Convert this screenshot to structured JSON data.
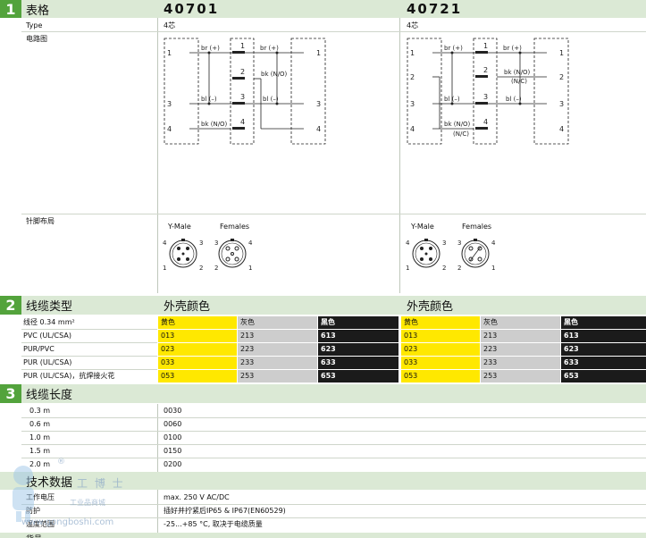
{
  "section1": {
    "number": "1",
    "label": "表格",
    "products": [
      "40701",
      "40721"
    ],
    "type_label": "Type",
    "type_values": [
      "4芯",
      "4芯"
    ],
    "circuit_label": "电路图",
    "pinout_label": "针脚布局",
    "pin_headers": [
      "Y-Male",
      "Females"
    ]
  },
  "circuit_a": {
    "left_pins": [
      "1",
      "3",
      "4"
    ],
    "mid_pins": [
      "1",
      "2",
      "3",
      "4"
    ],
    "right_pins": [
      "1",
      "3",
      "4"
    ],
    "wires": [
      "br (+)",
      "br (+)",
      "bk (N/O)",
      "bl (–)",
      "bl (–)",
      "bk (N/O)"
    ]
  },
  "circuit_b": {
    "left_pins": [
      "1",
      "2",
      "3",
      "4"
    ],
    "mid_pins": [
      "1",
      "2",
      "3",
      "4"
    ],
    "right_pins": [
      "1",
      "2",
      "3",
      "4"
    ],
    "wires": [
      "br (+)",
      "br (+)",
      "bk (N/O)",
      "(N/C)",
      "bl (–)",
      "bl (–)",
      "bk (N/O)",
      "(N/C)"
    ]
  },
  "connector_pins": {
    "top": [
      "4",
      "3"
    ],
    "bottom": [
      "1",
      "2"
    ],
    "female_top": [
      "3",
      "4"
    ],
    "female_bottom": [
      "2",
      "1"
    ]
  },
  "section2": {
    "number": "2",
    "label": "线缆类型",
    "color_header": "外壳颜色",
    "row_labels": [
      "线径 0.34 mm²",
      "PVC (UL/CSA)",
      "PUR/PVC",
      "PUR (UL/CSA)",
      "PUR (UL/CSA)，抗焊接火花"
    ],
    "color_names": [
      "黄色",
      "灰色",
      "黑色"
    ],
    "yellow": [
      "013",
      "023",
      "033",
      "053"
    ],
    "gray": [
      "213",
      "223",
      "233",
      "253"
    ],
    "black": [
      "613",
      "623",
      "633",
      "653"
    ]
  },
  "section3": {
    "number": "3",
    "label": "线缆长度",
    "lengths": [
      "0.3 m",
      "0.6 m",
      "1.0 m",
      "1.5 m",
      "2.0 m"
    ],
    "codes": [
      "0030",
      "0060",
      "0100",
      "0150",
      "0200"
    ]
  },
  "section4": {
    "label": "技术数据",
    "rows": [
      {
        "label": "工作电压",
        "value": "max. 250 V AC/DC"
      },
      {
        "label": "防护",
        "value": "插好并拧紧后IP65 & IP67(EN60529)"
      },
      {
        "label": "温度范围",
        "value": "-25...+85 °C, 取决于电缆质量"
      }
    ],
    "last_label": "货号"
  },
  "watermark": {
    "brand": "工 博 士",
    "sub": "工业品商城",
    "url": "www.gongboshi.com",
    "reg": "®"
  },
  "colors": {
    "accent_green": "#53a33c",
    "band": "#dbe9d5",
    "yellow": "#ffe800",
    "gray": "#cdcdcd",
    "black": "#1b1b1b"
  }
}
